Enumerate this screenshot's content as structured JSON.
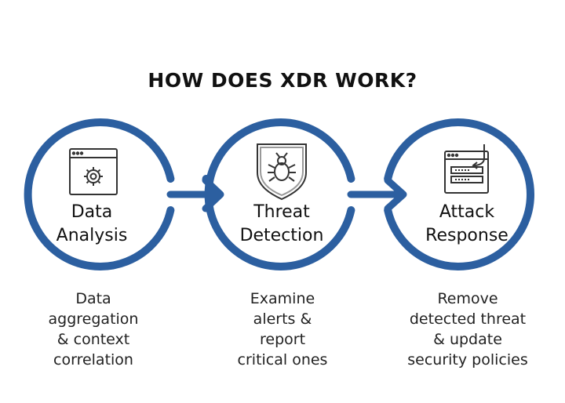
{
  "title": "HOW DOES XDR WORK?",
  "colors": {
    "ring": "#2c5fa0",
    "icon_stroke": "#333333"
  },
  "steps": [
    {
      "label_lines": [
        "Data",
        "Analysis"
      ],
      "icon": "gear-window-icon",
      "description_lines": [
        "Data",
        "aggregation",
        "& context",
        "correlation"
      ]
    },
    {
      "label_lines": [
        "Threat",
        "Detection"
      ],
      "icon": "bug-shield-icon",
      "description_lines": [
        "Examine",
        "alerts &",
        "report",
        "critical ones"
      ]
    },
    {
      "label_lines": [
        "Attack",
        "Response"
      ],
      "icon": "server-update-icon",
      "description_lines": [
        "Remove",
        "detected threat",
        "& update",
        "security policies"
      ]
    }
  ]
}
